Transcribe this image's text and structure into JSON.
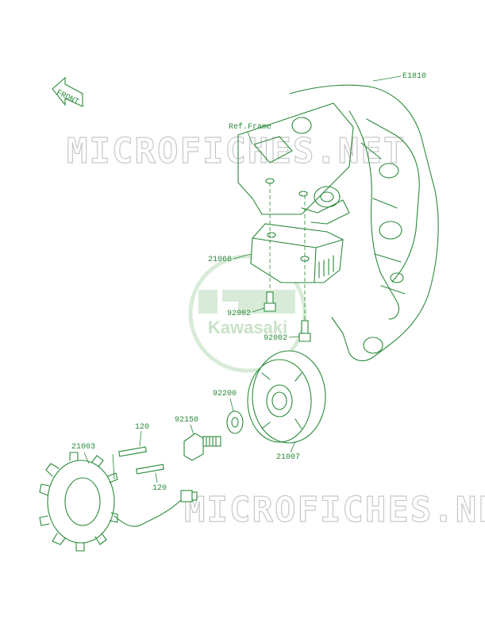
{
  "diagram_code": "E1810",
  "front_label": "FRONT",
  "ref_frame_label": "Ref.Frame",
  "watermark_text": "MICROFICHES.NET",
  "logo_text": "Kawasaki",
  "parts": {
    "regulator": "21066",
    "bolt_upper": "92002",
    "bolt_lower": "92002",
    "rotor": "21007",
    "washer": "92200",
    "rotor_bolt": "92150",
    "stator": "21003",
    "stator_bolt_upper": "120",
    "stator_bolt_lower": "120"
  },
  "colors": {
    "line": "#2a8a3a",
    "watermark": "#c8c8c8",
    "logo": "#b9dcb9"
  }
}
